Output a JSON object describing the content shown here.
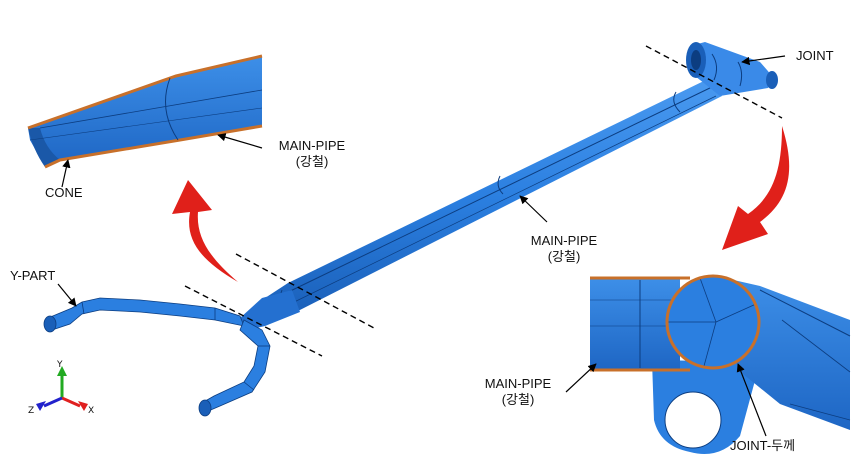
{
  "labels": {
    "joint": "JOINT",
    "main_pipe_top": [
      "MAIN-PIPE",
      "(강철)"
    ],
    "cone": "CONE",
    "y_part": "Y-PART",
    "main_pipe_mid": [
      "MAIN-PIPE",
      "(강철)"
    ],
    "main_pipe_bottom": [
      "MAIN-PIPE",
      "(강철)"
    ],
    "joint_thickness": "JOINT-두께"
  },
  "axes": {
    "x": "X",
    "y": "Y",
    "z": "Z"
  },
  "colors": {
    "body_blue": "#2b7fe0",
    "body_dark": "#1a5fb8",
    "body_light": "#4a9af0",
    "edge_orange": "#c8702a",
    "callout_red": "#e0201a",
    "axis_x": "#e02020",
    "axis_y": "#22aa22",
    "axis_z": "#2222cc"
  }
}
